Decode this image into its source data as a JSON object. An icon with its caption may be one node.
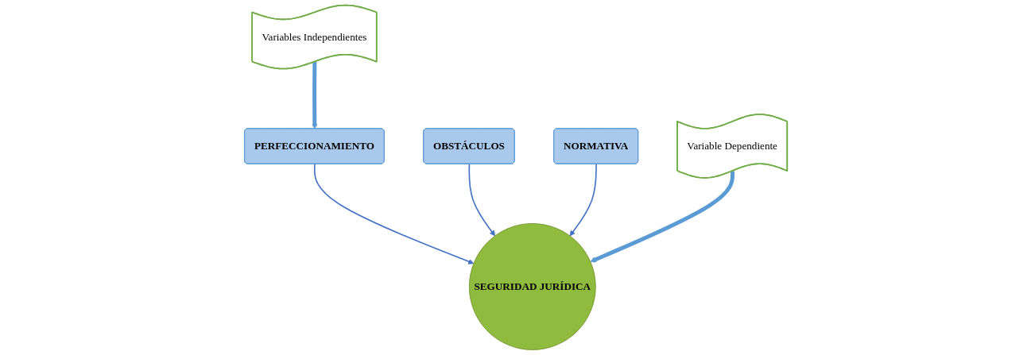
{
  "diagram": {
    "nodes": [
      {
        "text": [
          "Variables Independientes"
        ]
      },
      {
        "text": [
          "PERFECCIONAMIENTO"
        ]
      },
      {
        "text": [
          "OBSTÁCULOS"
        ]
      },
      {
        "text": [
          "NORMATIVA"
        ]
      },
      {
        "text": [
          "Variable Dependiente"
        ]
      },
      {
        "text": [
          "SEGURIDAD JURÍDICA"
        ]
      }
    ],
    "edges": [
      {
        "from": 0,
        "to": 1,
        "arrow": "to",
        "style": "thick",
        "color": "#5b9bd5"
      },
      {
        "from": 1,
        "to": 5,
        "arrow": "to"
      },
      {
        "from": 2,
        "to": 5,
        "arrow": "to"
      },
      {
        "from": 3,
        "to": 5,
        "arrow": "to"
      },
      {
        "from": 4,
        "to": 5,
        "arrow": "to",
        "style": "thick",
        "color": "#5b9bd5"
      }
    ]
  }
}
